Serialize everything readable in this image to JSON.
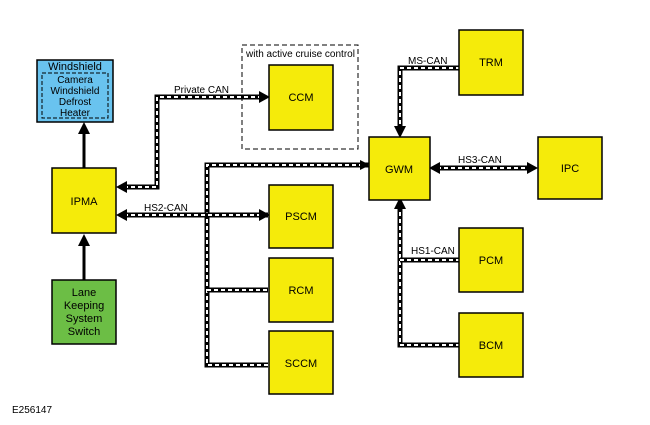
{
  "figure_id": "E256147",
  "acc_group_label": "with active cruise control",
  "modules": {
    "windshield": {
      "title": "Windshield",
      "inner": [
        "Camera",
        "Windshield",
        "Defrost",
        "Heater"
      ]
    },
    "ipma": "IPMA",
    "lane": [
      "Lane",
      "Keeping",
      "System",
      "Switch"
    ],
    "ccm": "CCM",
    "gwm": "GWM",
    "trm": "TRM",
    "ipc": "IPC",
    "pscm": "PSCM",
    "rcm": "RCM",
    "sccm": "SCCM",
    "pcm": "PCM",
    "bcm": "BCM"
  },
  "networks": {
    "private": "Private CAN",
    "hs2": "HS2-CAN",
    "ms": "MS-CAN",
    "hs3": "HS3-CAN",
    "hs1": "HS1-CAN"
  },
  "colors": {
    "module_yellow": "#f5eb0a",
    "windshield_blue": "#69c3ef",
    "lane_green": "#6cbe45"
  }
}
